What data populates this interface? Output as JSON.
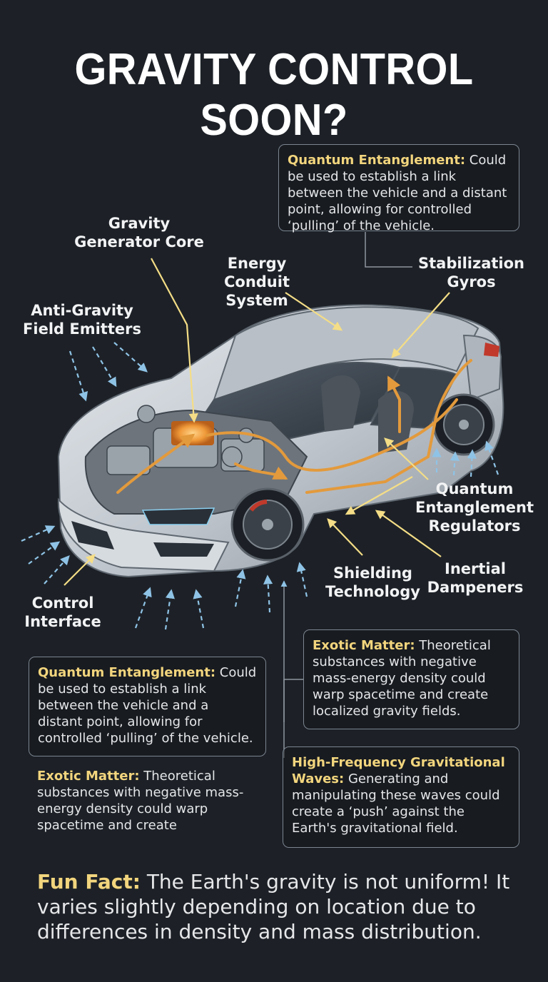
{
  "title": "GRAVITY CONTROL SOON?",
  "labels": {
    "gravity_core": "Gravity Generator Core",
    "gravity_core_l1": "Gravity",
    "gravity_core_l2": "Generator Core",
    "energy_l1": "Energy Conduit",
    "energy_l2": "System",
    "stab_l1": "Stabilization",
    "stab_l2": "Gyros",
    "anti_l1": "Anti-Gravity",
    "anti_l2": "Field Emitters",
    "qer_l1": "Quantum",
    "qer_l2": "Entanglement",
    "qer_l3": "Regulators",
    "shield_l1": "Shielding",
    "shield_l2": "Technology",
    "inertial_l1": "Inertial",
    "inertial_l2": "Dampeners",
    "control_l1": "Control",
    "control_l2": "Interface"
  },
  "boxes": {
    "top_qe": {
      "term": "Quantum Entanglement:",
      "text": " Could be used to establish a link between the vehicle and a distant point, allowing for controlled ‘pulling’ of the vehicle."
    },
    "left_qe": {
      "term": "Quantum Entanglement:",
      "text": " Could be used to establish a link between the vehicle and a distant point, allowing for controlled ‘pulling’ of the vehicle."
    },
    "left_exotic": {
      "term": "Exotic Matter:",
      "text": " Theoretical substances with negative mass-energy density could warp spacetime and create"
    },
    "right_exotic": {
      "term": "Exotic Matter:",
      "text": " Theoretical substances with negative mass-energy density could warp spacetime and create localized gravity fields."
    },
    "right_hfgw": {
      "term": "High-Frequency Gravitational Waves:",
      "text": " Generating and manipulating these waves could create a ‘push’ against the Earth's gravitational field."
    }
  },
  "fun_fact": {
    "term": "Fun Fact:",
    "text": " The Earth's gravity is not uniform! It varies slightly depending on location due to differences in density and mass distribution."
  },
  "colors": {
    "background": "#1d2127",
    "highlight": "#f2d57d",
    "pointer": "#f4dd86",
    "field_arrow": "#8fc3e6",
    "conduit": "#e39a3c"
  }
}
